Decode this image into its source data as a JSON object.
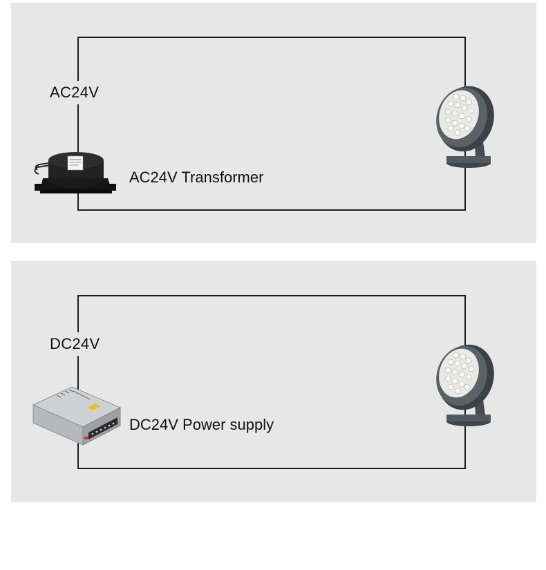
{
  "panels": {
    "ac": {
      "voltage_label": "AC24V",
      "device_label": "AC24V Transformer"
    },
    "dc": {
      "voltage_label": "DC24V",
      "device_label": "DC24V Power supply"
    }
  },
  "icons": {
    "transformer": "transformer-icon",
    "power_supply": "power-supply-icon",
    "flood_light": "flood-light-icon"
  },
  "colors": {
    "panel_bg": "#e7e7e7",
    "wire": "#1e1e1e",
    "lamp_body": "#4b5257",
    "led": "#f2f2ee"
  }
}
